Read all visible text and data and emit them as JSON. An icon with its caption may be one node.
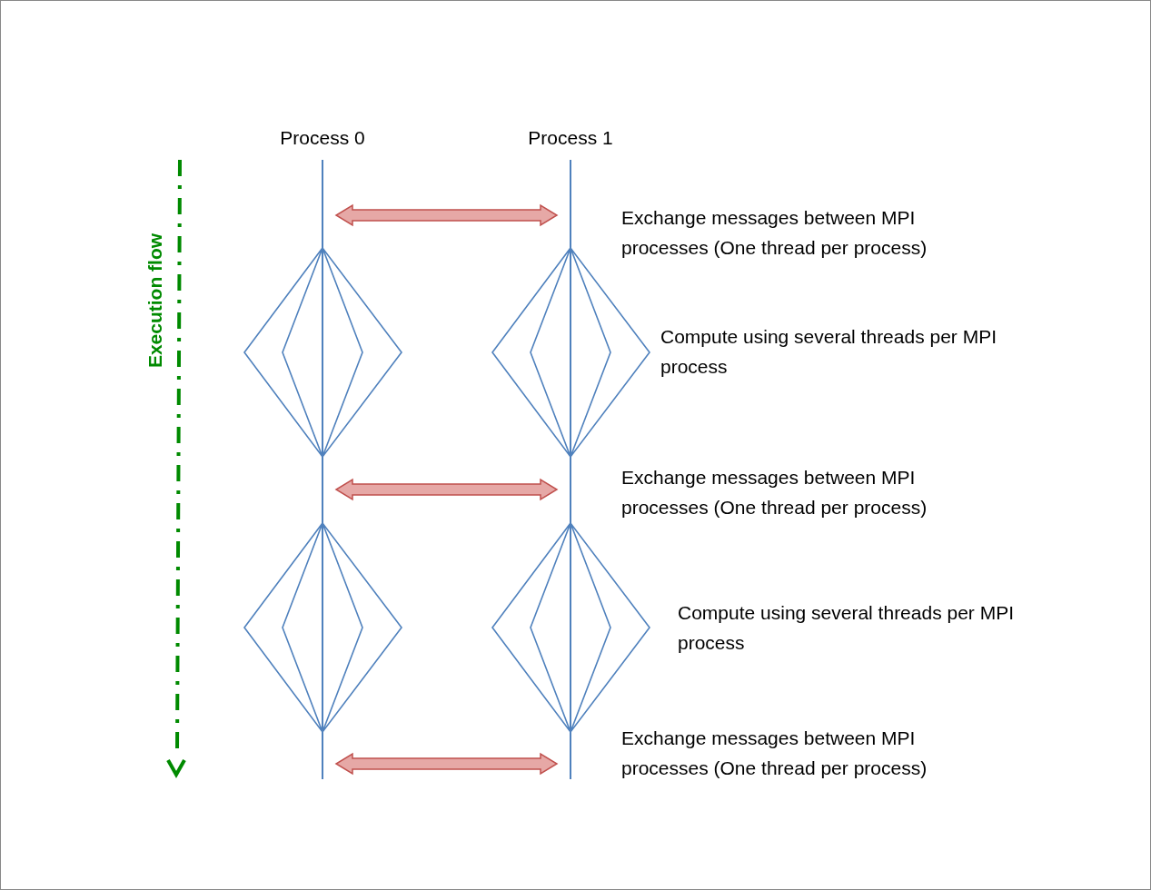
{
  "diagram": {
    "nodes": [
      {
        "text": [
          "Process 0"
        ]
      },
      {
        "text": [
          "Process 1"
        ]
      }
    ],
    "edges": [
      {
        "from": 0,
        "to": 1,
        "arrow": "both"
      },
      {
        "from": 0,
        "to": 1,
        "arrow": "both"
      },
      {
        "from": 0,
        "to": 1,
        "arrow": "both"
      }
    ],
    "labels": [
      "Execution flow",
      "Exchange messages between MPI processes (One thread per process)",
      "Compute using several threads per MPI process",
      "Exchange messages between MPI processes (One thread per process)",
      "Compute using several threads per MPI process",
      "Exchange messages between MPI processes (One thread per process)"
    ]
  }
}
